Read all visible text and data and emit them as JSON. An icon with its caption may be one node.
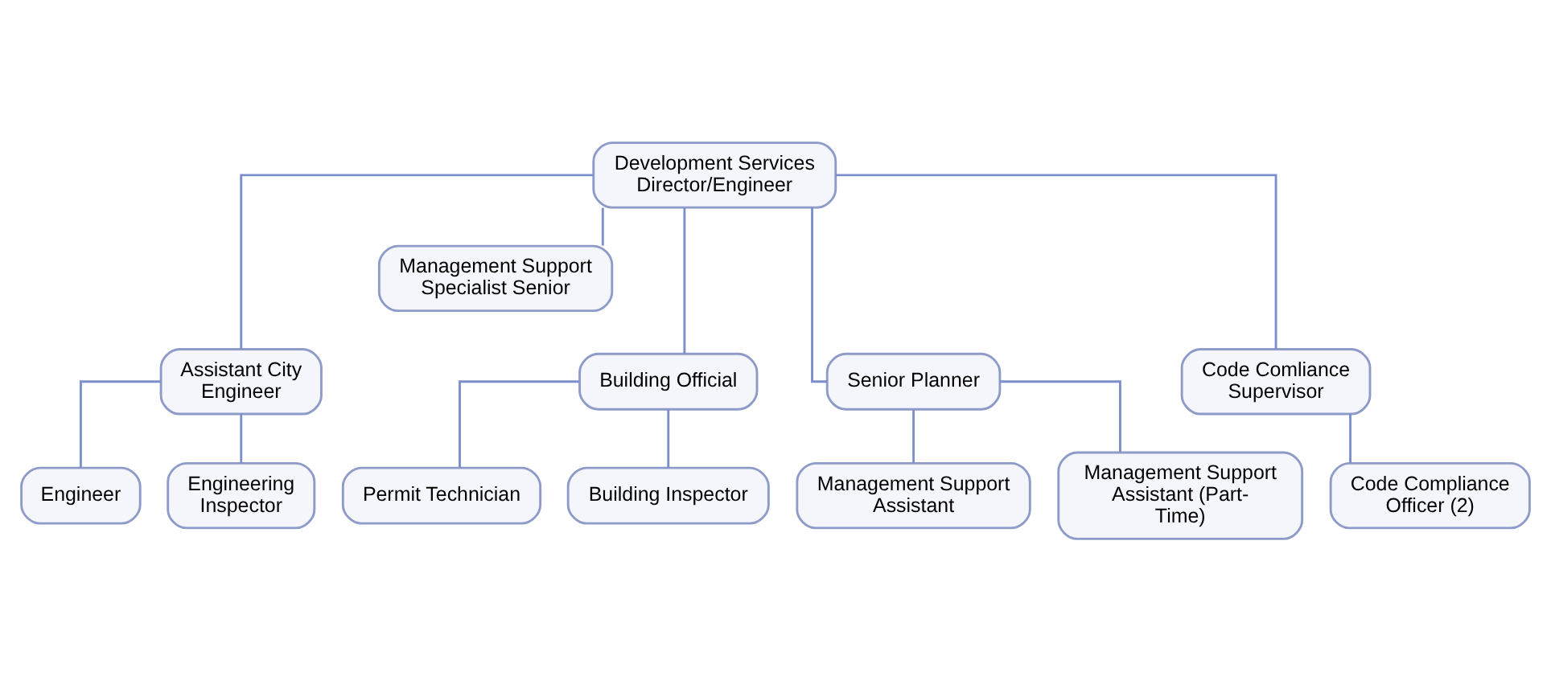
{
  "diagram": {
    "nodes": [
      {
        "text": [
          "Development Services Director/Engineer"
        ]
      },
      {
        "text": [
          "Management Support Specialist Senior"
        ]
      },
      {
        "text": [
          "Assistant City Engineer"
        ]
      },
      {
        "text": [
          "Building Official"
        ]
      },
      {
        "text": [
          "Senior Planner"
        ]
      },
      {
        "text": [
          "Code Comliance Supervisor"
        ]
      },
      {
        "text": [
          "Engineer"
        ]
      },
      {
        "text": [
          "Engineering Inspector"
        ]
      },
      {
        "text": [
          "Permit Technician"
        ]
      },
      {
        "text": [
          "Building Inspector"
        ]
      },
      {
        "text": [
          "Management Support Assistant"
        ]
      },
      {
        "text": [
          "Management Support Assistant (Part-Time)"
        ]
      },
      {
        "text": [
          "Code Compliance Officer (2)"
        ]
      }
    ],
    "edges": [
      {
        "from": 0,
        "to": 1,
        "arrow": "none"
      },
      {
        "from": 0,
        "to": 2,
        "arrow": "none"
      },
      {
        "from": 0,
        "to": 3,
        "arrow": "none"
      },
      {
        "from": 0,
        "to": 4,
        "arrow": "none"
      },
      {
        "from": 0,
        "to": 5,
        "arrow": "none"
      },
      {
        "from": 2,
        "to": 6,
        "arrow": "none"
      },
      {
        "from": 2,
        "to": 7,
        "arrow": "none"
      },
      {
        "from": 3,
        "to": 8,
        "arrow": "none"
      },
      {
        "from": 3,
        "to": 9,
        "arrow": "none"
      },
      {
        "from": 4,
        "to": 10,
        "arrow": "none"
      },
      {
        "from": 4,
        "to": 11,
        "arrow": "none"
      },
      {
        "from": 5,
        "to": 12,
        "arrow": "none"
      }
    ]
  }
}
